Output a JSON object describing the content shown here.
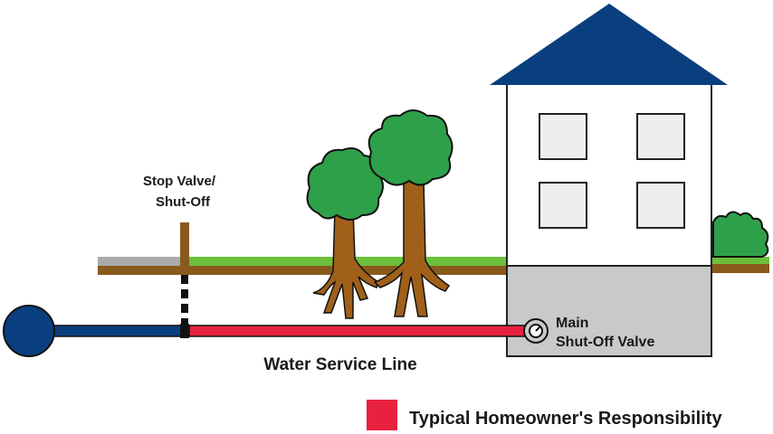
{
  "labels": {
    "stop_valve_line1": "Stop Valve/",
    "stop_valve_line2": "Shut-Off",
    "main_valve_line1": "Main",
    "main_valve_line2": "Shut-Off Valve",
    "service_line": "Water Service Line"
  },
  "legend": {
    "label": "Typical Homeowner's Responsibility",
    "color": "#e8213f"
  },
  "colors": {
    "roof": "#0a3f7f",
    "main_pipe": "#0a3f7f",
    "homeowner_pipe": "#e8213f",
    "soil": "#8a5a1c",
    "grass": "#6cbf3b",
    "foliage": "#2ea04a",
    "trunk": "#a0601a",
    "foundation": "#c8c9cb",
    "sidewalk": "#a9abad"
  }
}
